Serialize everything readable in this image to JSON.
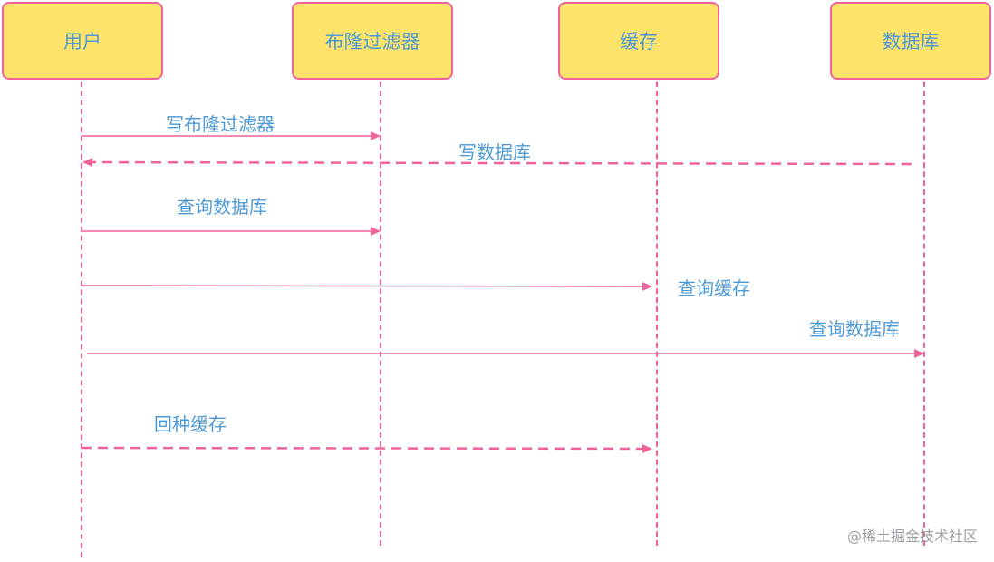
{
  "participants": [
    {
      "id": "user",
      "label": "用户"
    },
    {
      "id": "bloom",
      "label": "布隆过滤器"
    },
    {
      "id": "cache",
      "label": "缓存"
    },
    {
      "id": "db",
      "label": "数据库"
    }
  ],
  "messages": [
    {
      "label": "写布隆过滤器",
      "from": "user",
      "to": "bloom",
      "style": "solid"
    },
    {
      "label": "写数据库",
      "from": "db",
      "to": "user",
      "style": "dashed"
    },
    {
      "label": "查询数据库",
      "from": "user",
      "to": "bloom",
      "style": "solid"
    },
    {
      "label": "查询缓存",
      "from": "user",
      "to": "cache",
      "style": "solid"
    },
    {
      "label": "查询数据库",
      "from": "user",
      "to": "db",
      "style": "solid"
    },
    {
      "label": "回种缓存",
      "from": "user",
      "to": "cache",
      "style": "dashed"
    }
  ],
  "watermark": "@稀土掘金技术社区",
  "colors": {
    "box_fill": "#fde36a",
    "box_border": "#f0639a",
    "text": "#4e9ad6",
    "line": "#f0639a"
  }
}
